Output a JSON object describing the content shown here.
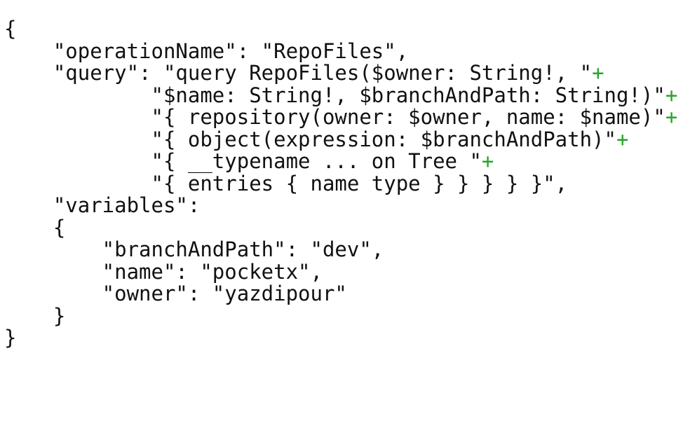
{
  "colors": {
    "background": "#ffffff",
    "text": "#111111",
    "operator_green": "#28a428"
  },
  "code": {
    "language_hint": "json-with-string-concatenation",
    "lines": [
      {
        "text": "{",
        "op": ""
      },
      {
        "text": "    \"operationName\": \"RepoFiles\",",
        "op": ""
      },
      {
        "text": "    \"query\": \"query RepoFiles($owner: String!, \"",
        "op": "+"
      },
      {
        "text": "            \"$name: String!, $branchAndPath: String!)\"",
        "op": "+"
      },
      {
        "text": "            \"{ repository(owner: $owner, name: $name)\"",
        "op": "+"
      },
      {
        "text": "            \"{ object(expression: $branchAndPath)\"",
        "op": "+"
      },
      {
        "text": "            \"{ __typename ... on Tree \"",
        "op": "+"
      },
      {
        "text": "            \"{ entries { name type } } } } }\",",
        "op": ""
      },
      {
        "text": "    \"variables\":",
        "op": ""
      },
      {
        "text": "    {",
        "op": ""
      },
      {
        "text": "        \"branchAndPath\": \"dev\",",
        "op": ""
      },
      {
        "text": "        \"name\": \"pocketx\",",
        "op": ""
      },
      {
        "text": "        \"owner\": \"yazdipour\"",
        "op": ""
      },
      {
        "text": "    }",
        "op": ""
      },
      {
        "text": "}",
        "op": ""
      }
    ]
  }
}
